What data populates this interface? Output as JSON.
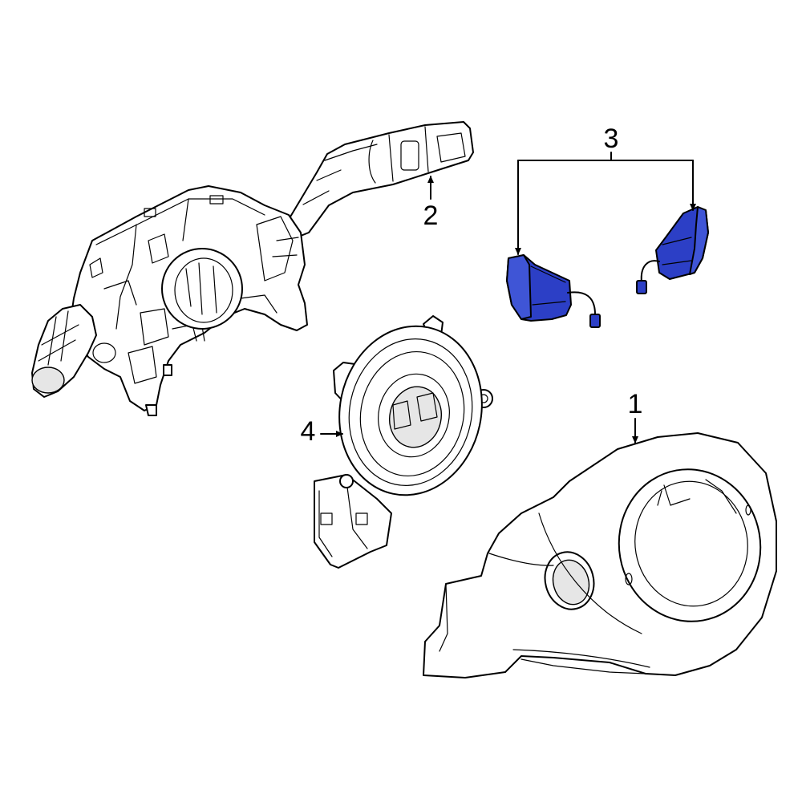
{
  "colors": {
    "highlight": "#2c3fc6",
    "highlight_light": "#3f55d6",
    "line": "#000000",
    "shade": "#e6e6e6",
    "background": "#ffffff"
  },
  "callouts": [
    {
      "id": "1",
      "label": "1"
    },
    {
      "id": "2",
      "label": "2"
    },
    {
      "id": "3",
      "label": "3"
    },
    {
      "id": "4",
      "label": "4"
    }
  ]
}
